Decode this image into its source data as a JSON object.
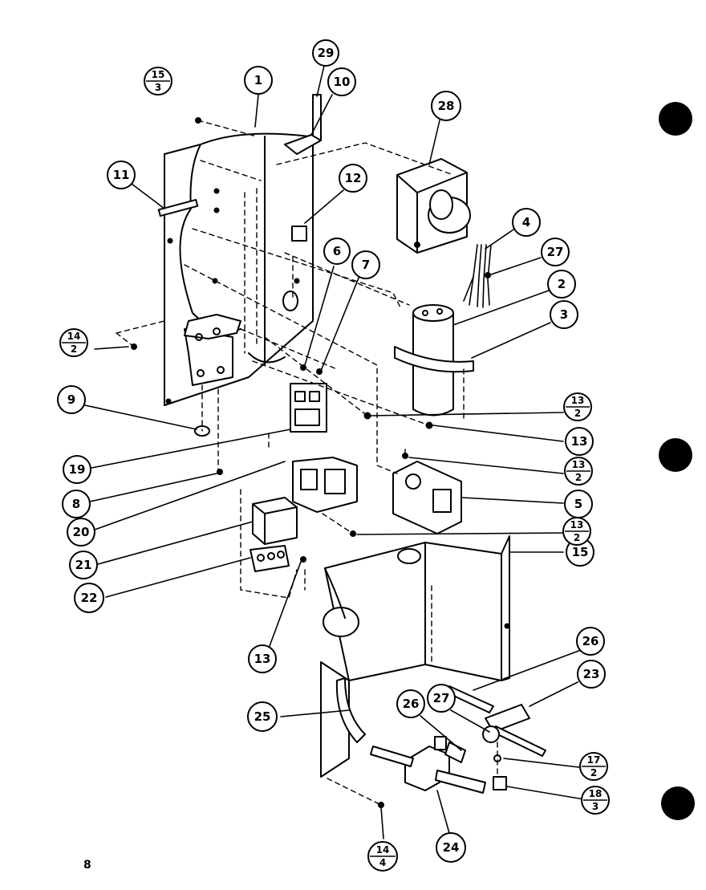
{
  "page_number": "8",
  "callouts": [
    {
      "id": "c1",
      "label": "1"
    },
    {
      "id": "c29",
      "label": "29"
    },
    {
      "id": "c10",
      "label": "10"
    },
    {
      "id": "c28",
      "label": "28"
    },
    {
      "id": "c11",
      "label": "11"
    },
    {
      "id": "c12",
      "label": "12"
    },
    {
      "id": "c4",
      "label": "4"
    },
    {
      "id": "c27a",
      "label": "27"
    },
    {
      "id": "c6",
      "label": "6"
    },
    {
      "id": "c7",
      "label": "7"
    },
    {
      "id": "c2",
      "label": "2"
    },
    {
      "id": "c3",
      "label": "3"
    },
    {
      "id": "c9",
      "label": "9"
    },
    {
      "id": "c13a",
      "label": "13"
    },
    {
      "id": "c19",
      "label": "19"
    },
    {
      "id": "c8",
      "label": "8"
    },
    {
      "id": "c5",
      "label": "5"
    },
    {
      "id": "c20",
      "label": "20"
    },
    {
      "id": "c15",
      "label": "15"
    },
    {
      "id": "c21",
      "label": "21"
    },
    {
      "id": "c22",
      "label": "22"
    },
    {
      "id": "c13b",
      "label": "13"
    },
    {
      "id": "c26a",
      "label": "26"
    },
    {
      "id": "c23",
      "label": "23"
    },
    {
      "id": "c27b",
      "label": "27"
    },
    {
      "id": "c26b",
      "label": "26"
    },
    {
      "id": "c25",
      "label": "25"
    },
    {
      "id": "c24",
      "label": "24"
    }
  ],
  "fraction_callouts": [
    {
      "id": "f15_3",
      "top": "15",
      "bottom": "3"
    },
    {
      "id": "f14_2",
      "top": "14",
      "bottom": "2"
    },
    {
      "id": "f13_2a",
      "top": "13",
      "bottom": "2"
    },
    {
      "id": "f13_2b",
      "top": "13",
      "bottom": "2"
    },
    {
      "id": "f13_2c",
      "top": "13",
      "bottom": "2"
    },
    {
      "id": "f17_2",
      "top": "17",
      "bottom": "2"
    },
    {
      "id": "f18_3",
      "top": "18",
      "bottom": "3"
    },
    {
      "id": "f14_4",
      "top": "14",
      "bottom": "4"
    }
  ]
}
